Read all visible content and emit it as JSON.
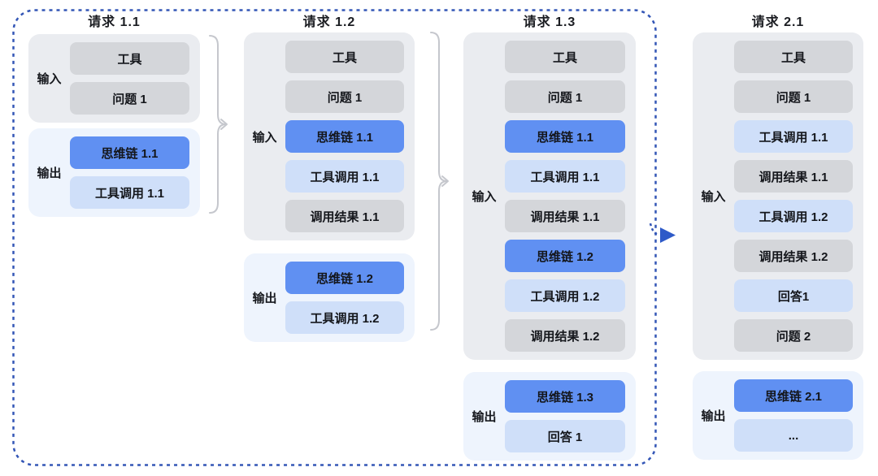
{
  "colors": {
    "dashed_border_blue": "#3356b6",
    "arrowhead_blue": "#2e5ac8",
    "bracket_gray": "#c5c7cd",
    "block_gray": "#d4d6da",
    "block_blue": "#6090f2",
    "block_lightblue": "#cfdff9",
    "input_group_bg": "#eaecf0",
    "output_group_bg": "#eef4fd"
  },
  "columns": [
    {
      "title": "请求 1.1",
      "input": {
        "label": "输入",
        "blocks": [
          {
            "label": "工具",
            "type": "gray"
          },
          {
            "label": "问题 1",
            "type": "gray"
          }
        ]
      },
      "output": {
        "label": "输出",
        "blocks": [
          {
            "label": "思维链 1.1",
            "type": "blue"
          },
          {
            "label": "工具调用 1.1",
            "type": "lightblue"
          }
        ]
      }
    },
    {
      "title": "请求 1.2",
      "input": {
        "label": "输入",
        "blocks": [
          {
            "label": "工具",
            "type": "gray"
          },
          {
            "label": "问题 1",
            "type": "gray"
          },
          {
            "label": "思维链 1.1",
            "type": "blue"
          },
          {
            "label": "工具调用 1.1",
            "type": "lightblue"
          },
          {
            "label": "调用结果 1.1",
            "type": "gray"
          }
        ]
      },
      "output": {
        "label": "输出",
        "blocks": [
          {
            "label": "思维链 1.2",
            "type": "blue"
          },
          {
            "label": "工具调用 1.2",
            "type": "lightblue"
          }
        ]
      }
    },
    {
      "title": "请求 1.3",
      "input": {
        "label": "输入",
        "blocks": [
          {
            "label": "工具",
            "type": "gray"
          },
          {
            "label": "问题 1",
            "type": "gray"
          },
          {
            "label": "思维链 1.1",
            "type": "blue"
          },
          {
            "label": "工具调用 1.1",
            "type": "lightblue"
          },
          {
            "label": "调用结果 1.1",
            "type": "gray"
          },
          {
            "label": "思维链 1.2",
            "type": "blue"
          },
          {
            "label": "工具调用 1.2",
            "type": "lightblue"
          },
          {
            "label": "调用结果 1.2",
            "type": "gray"
          }
        ]
      },
      "output": {
        "label": "输出",
        "blocks": [
          {
            "label": "思维链 1.3",
            "type": "blue"
          },
          {
            "label": "回答 1",
            "type": "lightblue"
          }
        ]
      }
    },
    {
      "title": "请求 2.1",
      "input": {
        "label": "输入",
        "blocks": [
          {
            "label": "工具",
            "type": "gray"
          },
          {
            "label": "问题 1",
            "type": "gray"
          },
          {
            "label": "工具调用 1.1",
            "type": "lightblue"
          },
          {
            "label": "调用结果 1.1",
            "type": "gray"
          },
          {
            "label": "工具调用 1.2",
            "type": "lightblue"
          },
          {
            "label": "调用结果 1.2",
            "type": "gray"
          },
          {
            "label": "回答1",
            "type": "lightblue"
          },
          {
            "label": "问题 2",
            "type": "gray"
          }
        ]
      },
      "output": {
        "label": "输出",
        "blocks": [
          {
            "label": "思维链 2.1",
            "type": "blue"
          },
          {
            "label": "...",
            "type": "lightblue"
          }
        ]
      }
    }
  ]
}
